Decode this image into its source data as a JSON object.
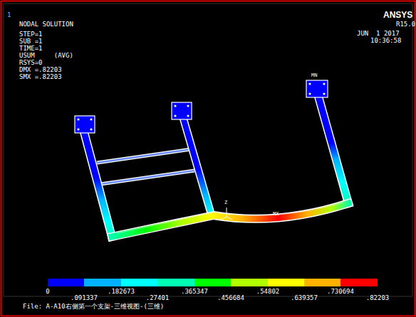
{
  "diagram": {
    "title": "NODAL SOLUTION",
    "labels": [
      "1",
      "STEP=1",
      "SUB =1",
      "TIME=1",
      "USUM     (AVG)",
      "RSYS=0",
      "DMX =.82203",
      "SMX =.82203",
      "ANSYS",
      "R15.0",
      "JUN  1 2017",
      "10:36:58",
      "MN",
      "MX",
      "Z",
      "0",
      ".091337",
      ".182673",
      ".27401",
      ".365347",
      ".456684",
      ".54802",
      ".639357",
      ".730694",
      ".82203",
      "File: A-A10右侧第一个支架-三维视图-(三维)"
    ]
  }
}
